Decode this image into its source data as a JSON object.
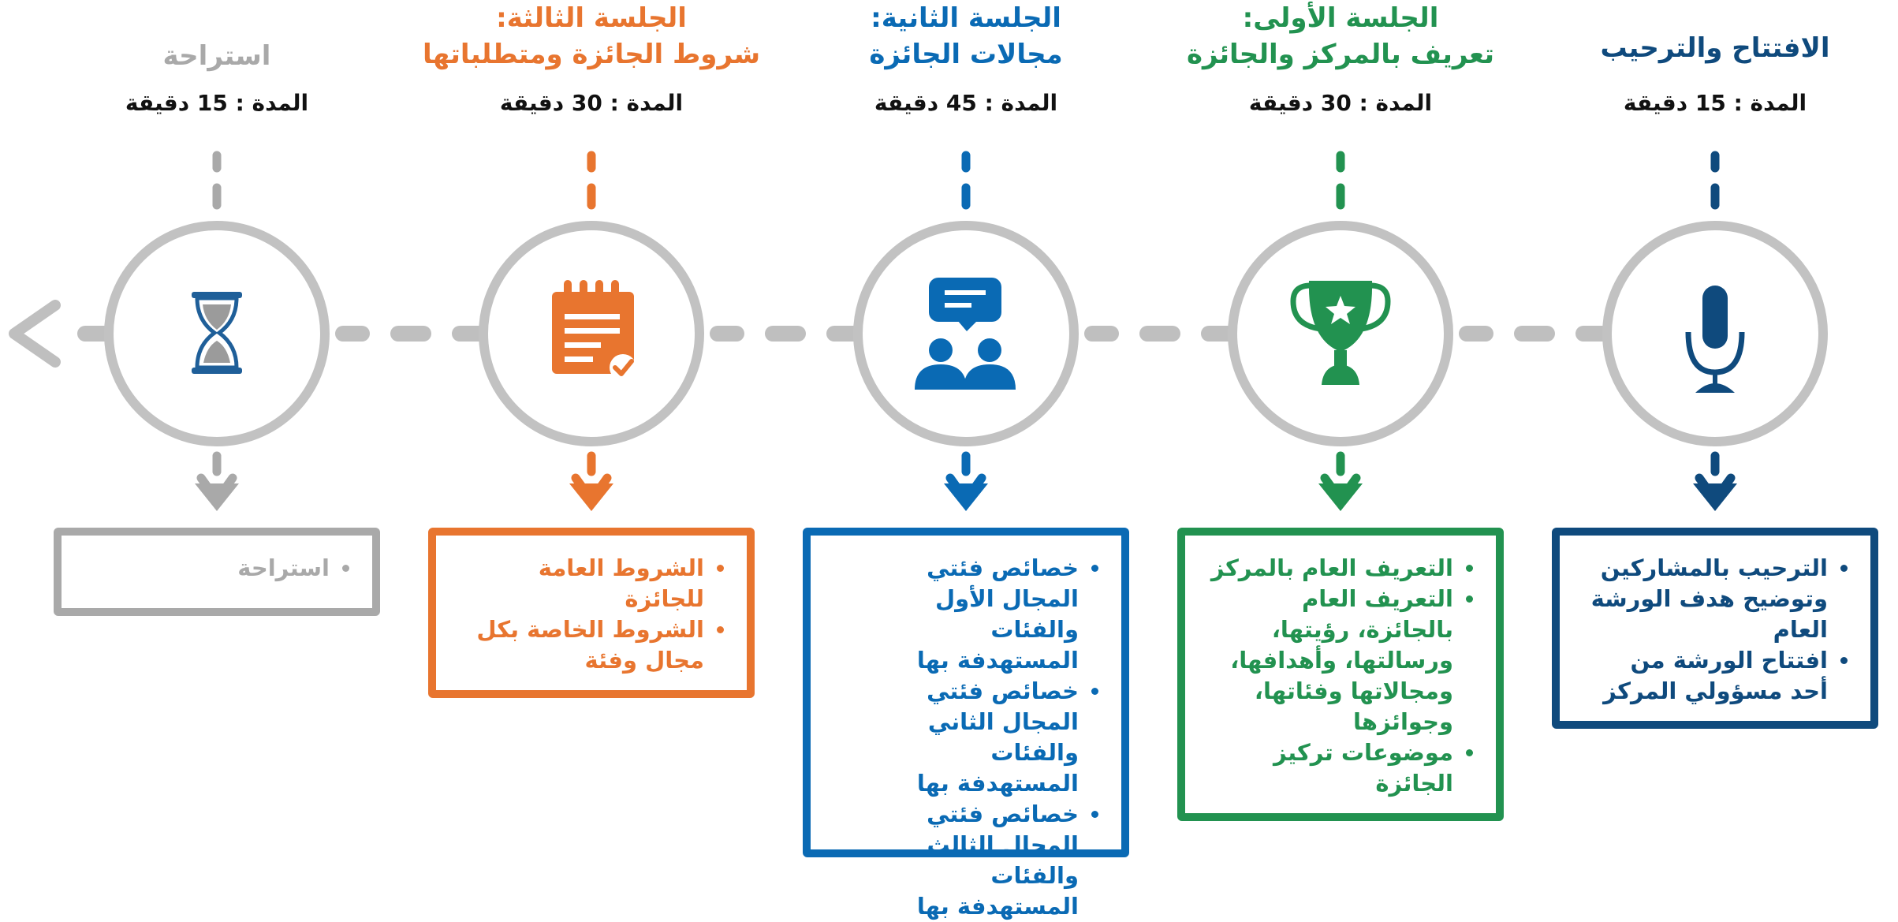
{
  "colors": {
    "stage1": "#0f4a7d",
    "stage2": "#229250",
    "stage3": "#0a6ab4",
    "stage4": "#e8752f",
    "stage5": "#a9a9a9",
    "track": "#bfbfbf"
  },
  "stages": [
    {
      "title_line1": "الافتتاح والترحيب",
      "title_line2": "",
      "duration": "المدة : 15 دقيقة",
      "icon": "microphone-icon",
      "items": [
        "الترحيب بالمشاركين وتوضيح هدف الورشة العام",
        "افتتاح الورشة من أحد مسؤولي المركز"
      ]
    },
    {
      "title_line1": "الجلسة الأولى:",
      "title_line2": "تعريف بالمركز والجائزة",
      "duration": "المدة : 30 دقيقة",
      "icon": "trophy-icon",
      "items": [
        "التعريف العام بالمركز",
        "التعريف العام بالجائزة، رؤيتها، ورسالتها، وأهدافها، ومجالاتها وفئاتها، وجوائزها",
        "موضوعات تركيز الجائزة"
      ]
    },
    {
      "title_line1": "الجلسة الثانية:",
      "title_line2": "مجالات الجائزة",
      "duration": "المدة : 45 دقيقة",
      "icon": "discussion-icon",
      "items": [
        "خصائص فئتي المجال الأول والفئات المستهدفة بها",
        "خصائص فئتي المجال الثاني والفئات المستهدفة بها",
        "خصائص فئتي المجال الثالث والفئات المستهدفة بها"
      ]
    },
    {
      "title_line1": "الجلسة الثالثة:",
      "title_line2": "شروط الجائزة ومتطلباتها",
      "duration": "المدة : 30 دقيقة",
      "icon": "notepad-checklist-icon",
      "items": [
        "الشروط العامة للجائزة",
        "الشروط الخاصة بكل مجال وفئة"
      ]
    },
    {
      "title_line1": "استراحة",
      "title_line2": "",
      "duration": "المدة : 15 دقيقة",
      "icon": "hourglass-icon",
      "items": [
        "استراحة"
      ]
    }
  ]
}
